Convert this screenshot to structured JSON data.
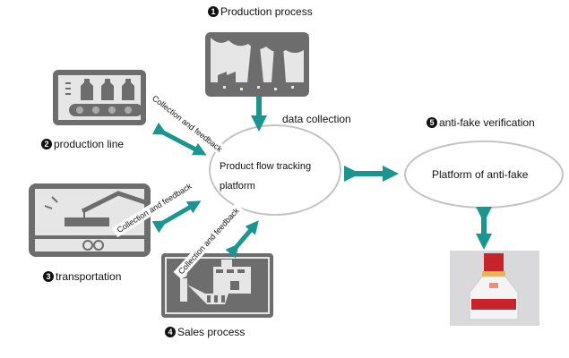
{
  "steps": [
    {
      "num": "1",
      "label": "Production process"
    },
    {
      "num": "2",
      "label": "production line"
    },
    {
      "num": "3",
      "label": "transportation"
    },
    {
      "num": "4",
      "label": "Sales process"
    },
    {
      "num": "5",
      "label": "anti-fake verification"
    }
  ],
  "data_collection_label": "data collection",
  "center_platform": {
    "line1": "Product  flow  tracking",
    "line2": "platform"
  },
  "antifake_platform": "Platform of anti-fake",
  "feedback_labels": [
    "Collection and feedback",
    "Collection and feedback",
    "Collection and feedback"
  ],
  "colors": {
    "arrow": "#1a9690",
    "icon": "#6d6d6d",
    "icon_light": "#e6e6e6",
    "ellipse": "#c4c4c4"
  }
}
